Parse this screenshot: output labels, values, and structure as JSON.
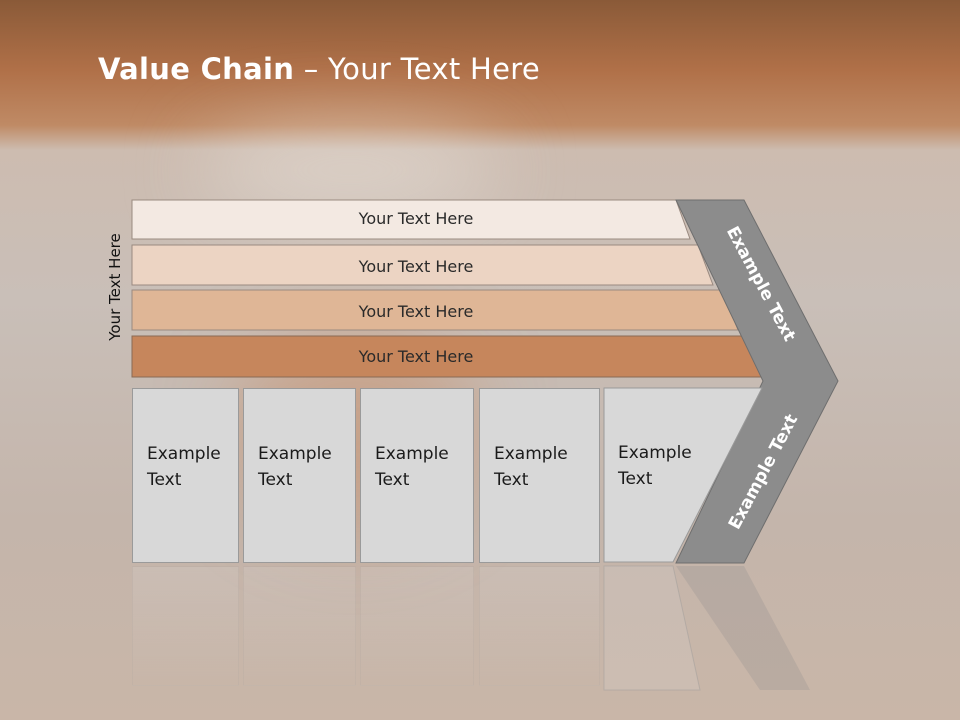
{
  "title": {
    "bold": "Value Chain",
    "rest": " – Your Text Here"
  },
  "side_label": "Your Text Here",
  "bars": [
    "Your Text Here",
    "Your Text Here",
    "Your Text Here",
    "Your Text Here"
  ],
  "boxes": [
    {
      "line1": "Example",
      "line2": "Text"
    },
    {
      "line1": "Example",
      "line2": "Text"
    },
    {
      "line1": "Example",
      "line2": "Text"
    },
    {
      "line1": "Example",
      "line2": "Text"
    },
    {
      "line1": "Example",
      "line2": "Text"
    }
  ],
  "chevron": {
    "upper": "Example Text",
    "lower": "Example Text"
  },
  "colors": {
    "bar1": "#f3e9e2",
    "bar2": "#ecd4c3",
    "bar3": "#dfb696",
    "bar4": "#c6865c",
    "chevron": "#8c8c8c",
    "box": "#d8d8d8"
  }
}
